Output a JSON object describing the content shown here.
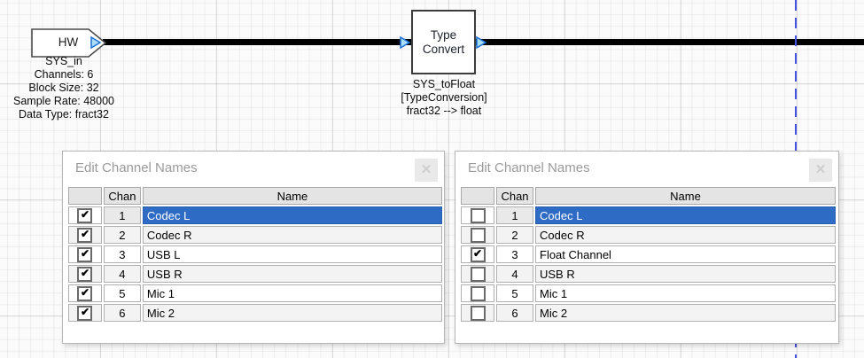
{
  "canvas": {
    "hw_block": {
      "label": "HW",
      "name": "SYS_in",
      "props": [
        "Channels: 6",
        "Block Size: 32",
        "Sample Rate: 48000",
        "Data Type: fract32"
      ]
    },
    "type_convert_block": {
      "label_line1": "Type",
      "label_line2": "Convert",
      "name": "SYS_toFloat",
      "props": [
        "[TypeConversion]",
        "fract32 --> float"
      ]
    }
  },
  "icons": {
    "close": "✕"
  },
  "colors": {
    "selection_blue": "#2e6bc4",
    "wire_black": "#000000",
    "port_fill": "#a9def9",
    "port_border": "#1d6fd1",
    "guide_line_blue": "#4450e0",
    "dialog_title_gray": "#9a9a9a"
  },
  "dialogs": [
    {
      "title": "Edit Channel Names",
      "columns": {
        "chan": "Chan",
        "name": "Name"
      },
      "rows": [
        {
          "checked": true,
          "chan": "1",
          "name": "Codec L",
          "selected": true
        },
        {
          "checked": true,
          "chan": "2",
          "name": "Codec R",
          "selected": false
        },
        {
          "checked": true,
          "chan": "3",
          "name": "USB L",
          "selected": false
        },
        {
          "checked": true,
          "chan": "4",
          "name": "USB R",
          "selected": false
        },
        {
          "checked": true,
          "chan": "5",
          "name": "Mic 1",
          "selected": false
        },
        {
          "checked": true,
          "chan": "6",
          "name": "Mic 2",
          "selected": false
        }
      ]
    },
    {
      "title": "Edit Channel Names",
      "columns": {
        "chan": "Chan",
        "name": "Name"
      },
      "rows": [
        {
          "checked": false,
          "chan": "1",
          "name": "Codec L",
          "selected": true
        },
        {
          "checked": false,
          "chan": "2",
          "name": "Codec R",
          "selected": false
        },
        {
          "checked": true,
          "chan": "3",
          "name": "Float Channel",
          "selected": false
        },
        {
          "checked": false,
          "chan": "4",
          "name": "USB R",
          "selected": false
        },
        {
          "checked": false,
          "chan": "5",
          "name": "Mic 1",
          "selected": false
        },
        {
          "checked": false,
          "chan": "6",
          "name": "Mic 2",
          "selected": false
        }
      ]
    }
  ]
}
